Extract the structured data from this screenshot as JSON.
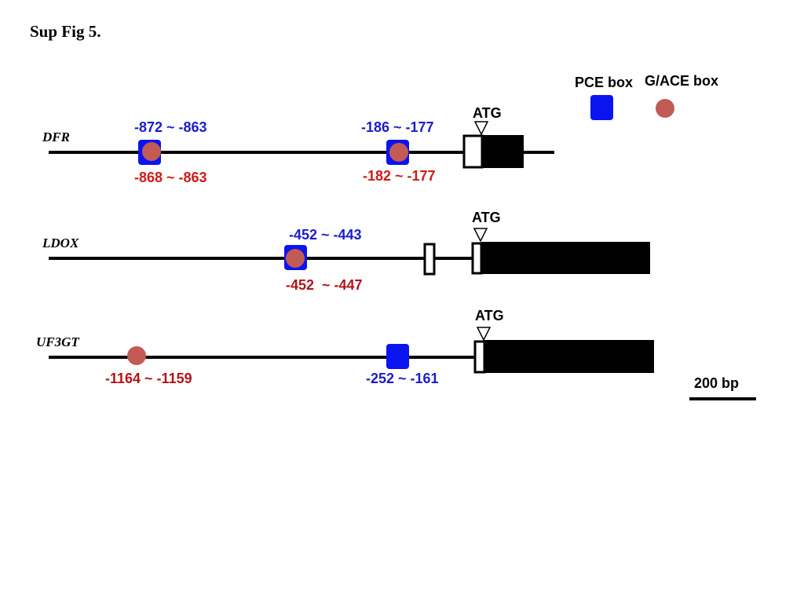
{
  "figure": {
    "title": "Sup Fig 5."
  },
  "legend": {
    "pce_label": "PCE box",
    "gace_label": "G/ACE box"
  },
  "colors": {
    "pce": "#0a14ee",
    "gace": "#c25a55",
    "pce_text": "#1c1ccc",
    "gace_text": "#d01a1a",
    "gace_text_dark": "#b3141a"
  },
  "atg_label": "ATG",
  "scale_bar": {
    "label": "200 bp"
  },
  "genes": [
    {
      "name": "DFR",
      "pce": [
        {
          "label": "-872 ~ -863"
        },
        {
          "label": "-186 ~ -177"
        }
      ],
      "gace": [
        {
          "label": "-868 ~ -863"
        },
        {
          "label": "-182 ~ -177"
        }
      ]
    },
    {
      "name": "LDOX",
      "pce": [
        {
          "label": "-452 ~ -443"
        }
      ],
      "gace": [
        {
          "label": "-452  ~ -447"
        }
      ]
    },
    {
      "name": "UF3GT",
      "pce": [
        {
          "label": "-252 ~ -161"
        }
      ],
      "gace": [
        {
          "label": "-1164 ~ -1159"
        }
      ]
    }
  ]
}
